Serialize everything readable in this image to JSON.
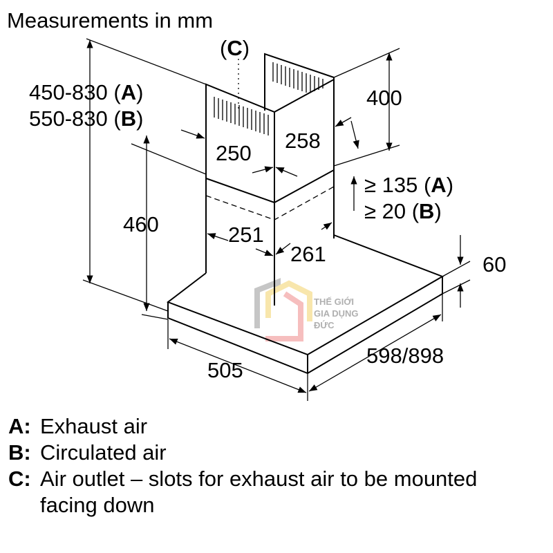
{
  "title": "Measurements in mm",
  "letters": {
    "a": "A",
    "b": "B",
    "c": "C"
  },
  "dimensions": {
    "chimney_height_exhaust": "450-830",
    "chimney_height_circulated": "550-830",
    "upper_chimney_width": "250",
    "upper_chimney_depth": "258",
    "upper_chimney_height": "400",
    "lower_chimney_height": "460",
    "lower_chimney_width": "251",
    "lower_chimney_depth": "261",
    "ceiling_gap_exhaust": "≥ 135",
    "ceiling_gap_circulated": "≥ 20",
    "hood_thickness": "60",
    "hood_depth": "505",
    "hood_width": "598/898"
  },
  "legend": [
    {
      "key": "A:",
      "text": "Exhaust air"
    },
    {
      "key": "B:",
      "text": "Circulated air"
    },
    {
      "key": "C:",
      "text": "Air outlet – slots for exhaust air to be mounted facing down"
    }
  ],
  "watermark": {
    "line1": "THẾ GIỚI",
    "line2": "GIA DỤNG",
    "line3": "ĐỨC"
  }
}
